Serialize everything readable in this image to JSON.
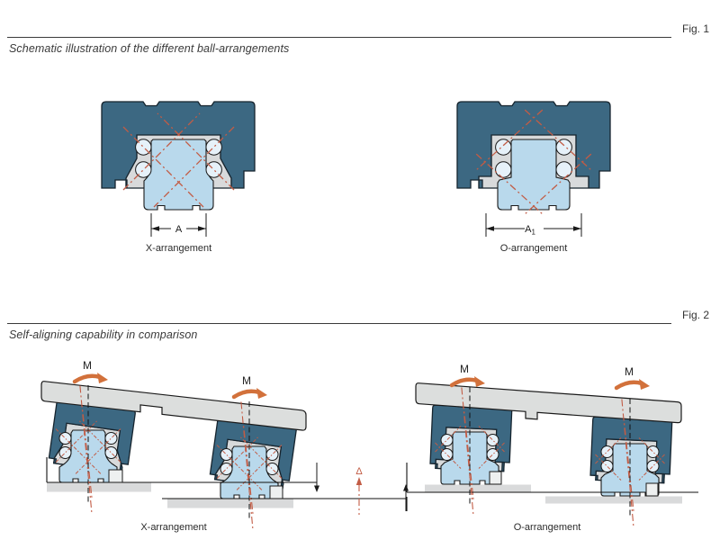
{
  "page": {
    "background": "#ffffff"
  },
  "colors": {
    "carriage_teal": "#3c6882",
    "machined_part_gray": "#d8dadb",
    "rail_light_blue": "#b9d9ec",
    "ball_fill": "#e6f1f9",
    "contact_line_red": "#c25c45",
    "moment_arrow_orange": "#d2713b",
    "plate_gray": "#dcdedd",
    "outline_black": "#1a1a1a",
    "text_dark": "#2b2b2b"
  },
  "fig1": {
    "label": "Fig. 1",
    "subtitle": "Schematic illustration of the different ball-arrangements",
    "left_caption": "X-arrangement",
    "right_caption": "O-arrangement",
    "dim_a": "A",
    "dim_a1_base": "A",
    "dim_a1_sub": "1"
  },
  "fig2": {
    "label": "Fig. 2",
    "subtitle": "Self-aligning capability in comparison",
    "left_caption": "X-arrangement",
    "right_caption": "O-arrangement",
    "moment_label": "M",
    "delta_label": "Δ"
  }
}
